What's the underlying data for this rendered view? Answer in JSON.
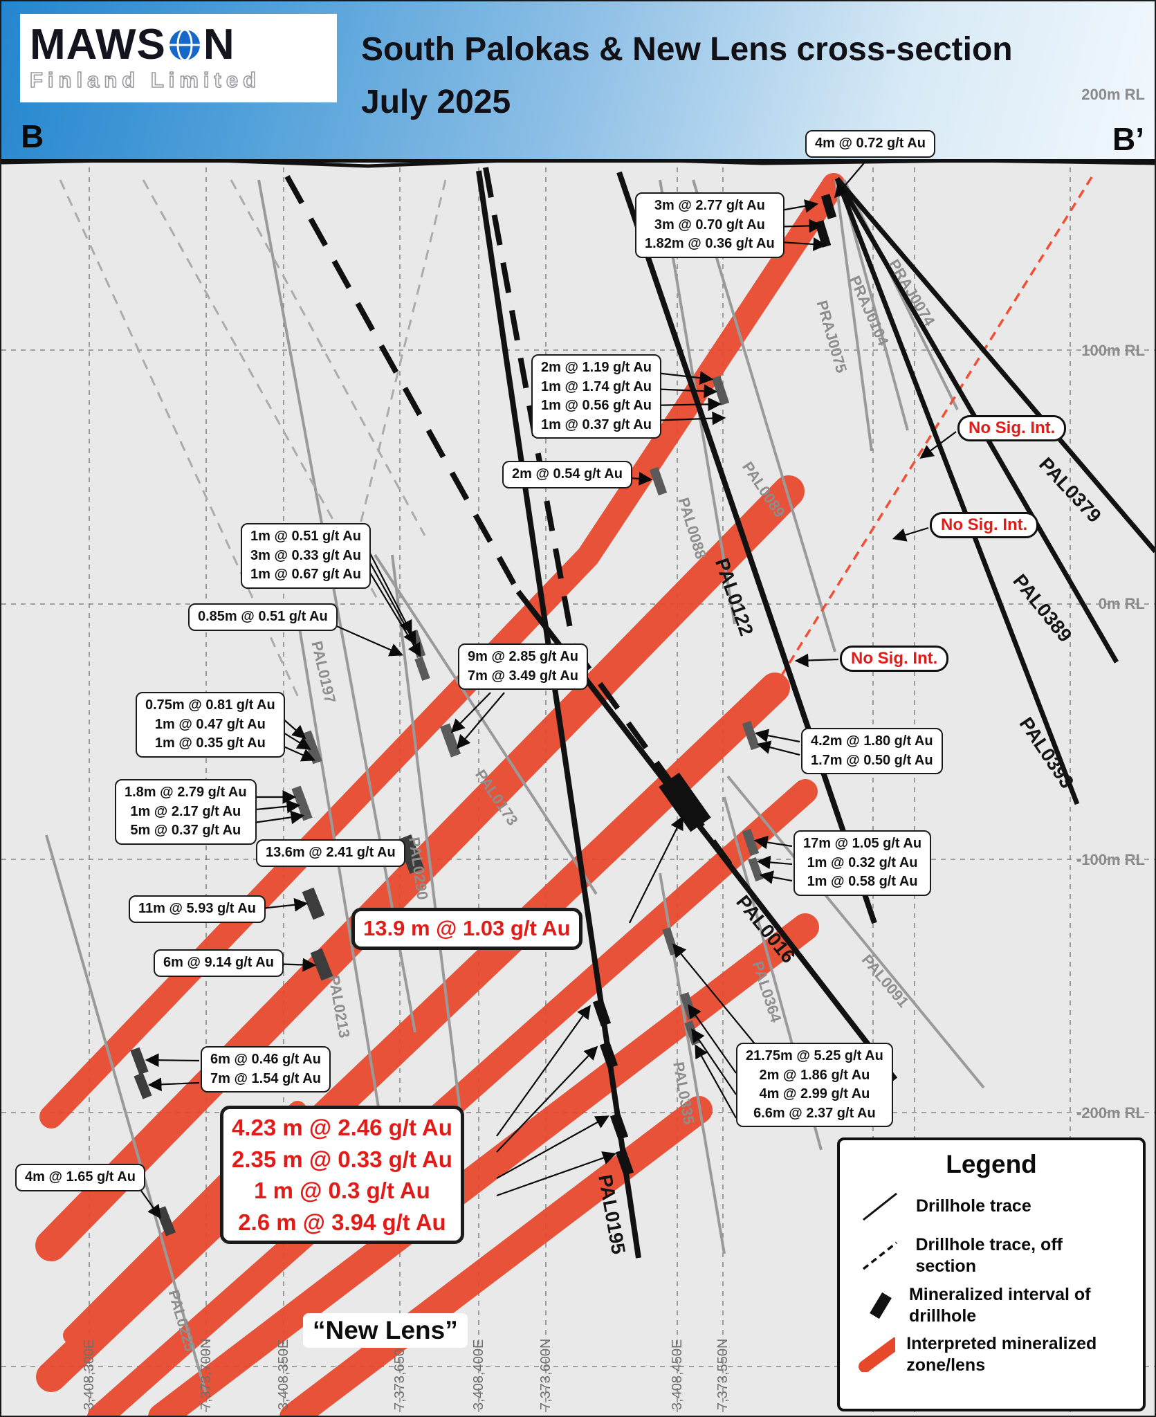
{
  "header": {
    "logo": {
      "part1": "MAWS",
      "part2": "N",
      "subtitle": "Finland Limited"
    },
    "title_line1": "South Palokas & New Lens cross-section",
    "title_line2": "July 2025",
    "section_left": "B",
    "section_right": "B’"
  },
  "axes": {
    "rl": [
      "200m RL",
      "100m RL",
      "0m RL",
      "-100m RL",
      "-200m RL"
    ],
    "bottom": [
      "3,408,300E",
      "7,373,700N",
      "3,408,350E",
      "7,373,650N",
      "3,408,400E",
      "7,373,600N",
      "3,408,450E",
      "7,373,550N"
    ]
  },
  "drill_labels": {
    "praj0075": "PRAJ0075",
    "praj0104": "PRAJ0104",
    "praj0074": "PRAJ0074",
    "pal0089": "PAL0089",
    "pal0088": "PAL0088",
    "pal0122": "PAL0122",
    "pal0379": "PAL0379",
    "pal0389": "PAL0389",
    "pal0393": "PAL0393",
    "pal0197": "PAL0197",
    "pal0173": "PAL0173",
    "pal0290": "PAL0290",
    "pal0213": "PAL0213",
    "pal0225": "PAL0225",
    "pal0016": "PAL0016",
    "pal0364": "PAL0364",
    "pal0091": "PAL0091",
    "pal0335": "PAL0335",
    "pal0195": "PAL0195"
  },
  "callouts": {
    "c1": {
      "lines": [
        "4m @ 0.72 g/t Au"
      ]
    },
    "c2": {
      "lines": [
        "3m @ 2.77 g/t Au",
        "3m @ 0.70 g/t Au",
        "1.82m @ 0.36 g/t Au"
      ]
    },
    "c3": {
      "lines": [
        "2m @ 1.19 g/t Au",
        "1m @ 1.74 g/t Au",
        "1m @ 0.56 g/t Au",
        "1m @ 0.37 g/t Au"
      ]
    },
    "c4": {
      "lines": [
        "2m @ 0.54 g/t Au"
      ]
    },
    "c5": {
      "lines": [
        "1m @ 0.51 g/t Au",
        "3m @ 0.33 g/t Au",
        "1m @ 0.67 g/t Au"
      ]
    },
    "c6": {
      "lines": [
        "0.85m @ 0.51 g/t Au"
      ]
    },
    "c7": {
      "lines": [
        "9m @ 2.85 g/t Au",
        "7m @ 3.49 g/t Au"
      ]
    },
    "c8": {
      "lines": [
        "0.75m @ 0.81 g/t Au",
        "1m @ 0.47 g/t Au",
        "1m @ 0.35 g/t Au"
      ]
    },
    "c9": {
      "lines": [
        "1.8m @ 2.79 g/t Au",
        "1m @ 2.17 g/t Au",
        "5m @ 0.37 g/t Au"
      ]
    },
    "c10": {
      "lines": [
        "13.6m @ 2.41 g/t Au"
      ]
    },
    "c11": {
      "lines": [
        "11m @ 5.93 g/t Au"
      ]
    },
    "c12": {
      "lines": [
        "6m @ 9.14 g/t Au"
      ]
    },
    "c13": {
      "lines": [
        "6m @ 0.46 g/t Au",
        "7m @ 1.54 g/t Au"
      ]
    },
    "c14": {
      "lines": [
        "4m @ 1.65 g/t Au"
      ]
    },
    "c15": {
      "lines": [
        "4.2m @ 1.80 g/t Au",
        "1.7m @ 0.50 g/t Au"
      ]
    },
    "c16": {
      "lines": [
        "17m @ 1.05 g/t Au",
        "1m @ 0.32 g/t Au",
        "1m @ 0.58 g/t Au"
      ]
    },
    "c17": {
      "lines": [
        "21.75m @ 5.25 g/t Au",
        "2m @ 1.86 g/t Au",
        "4m @ 2.99 g/t Au",
        "6.6m @ 2.37 g/t Au"
      ]
    },
    "highlight1": {
      "lines": [
        "13.9 m @ 1.03 g/t Au"
      ]
    },
    "highlight2": {
      "lines": [
        "4.23 m @ 2.46 g/t Au",
        "2.35 m @ 0.33 g/t Au",
        "1 m @ 0.3 g/t Au",
        "2.6 m @ 3.94 g/t Au"
      ]
    },
    "no_sig": "No Sig. Int.",
    "new_lens": "“New Lens”"
  },
  "legend": {
    "title": "Legend",
    "items": [
      {
        "label": "Drillhole trace"
      },
      {
        "label": "Drillhole trace, off section"
      },
      {
        "label": "Mineralized interval of drillhole"
      },
      {
        "label": "Interpreted mineralized zone/lens"
      }
    ]
  },
  "colors": {
    "header_blue": "#2486cf",
    "zone_red": "#e7472b",
    "highlight_red": "#e31b18",
    "trace_black": "#111111",
    "trace_gray": "#9a9a9a"
  }
}
